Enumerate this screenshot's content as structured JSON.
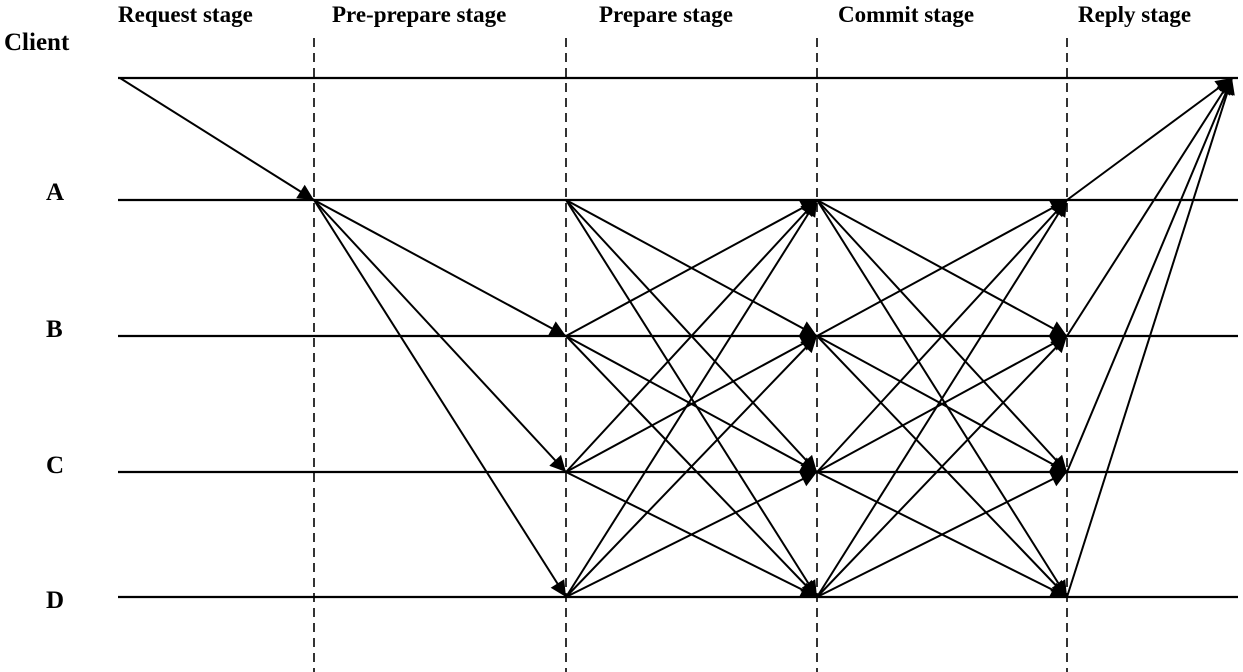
{
  "stages": [
    {
      "id": "request",
      "label": "Request stage"
    },
    {
      "id": "pre-prepare",
      "label": "Pre-prepare stage"
    },
    {
      "id": "prepare",
      "label": "Prepare stage"
    },
    {
      "id": "commit",
      "label": "Commit stage"
    },
    {
      "id": "reply",
      "label": "Reply stage"
    }
  ],
  "nodes": [
    {
      "id": "client",
      "label": "Client"
    },
    {
      "id": "A",
      "label": "A"
    },
    {
      "id": "B",
      "label": "B"
    },
    {
      "id": "C",
      "label": "C"
    },
    {
      "id": "D",
      "label": "D"
    }
  ],
  "messages": [
    {
      "stage": "request",
      "from": "client",
      "to": "A"
    },
    {
      "stage": "pre-prepare",
      "from": "A",
      "to": "B"
    },
    {
      "stage": "pre-prepare",
      "from": "A",
      "to": "C"
    },
    {
      "stage": "pre-prepare",
      "from": "A",
      "to": "D"
    },
    {
      "stage": "prepare",
      "from": "A",
      "to": "B"
    },
    {
      "stage": "prepare",
      "from": "A",
      "to": "C"
    },
    {
      "stage": "prepare",
      "from": "A",
      "to": "D"
    },
    {
      "stage": "prepare",
      "from": "B",
      "to": "A"
    },
    {
      "stage": "prepare",
      "from": "B",
      "to": "C"
    },
    {
      "stage": "prepare",
      "from": "B",
      "to": "D"
    },
    {
      "stage": "prepare",
      "from": "C",
      "to": "A"
    },
    {
      "stage": "prepare",
      "from": "C",
      "to": "B"
    },
    {
      "stage": "prepare",
      "from": "C",
      "to": "D"
    },
    {
      "stage": "prepare",
      "from": "D",
      "to": "A"
    },
    {
      "stage": "prepare",
      "from": "D",
      "to": "B"
    },
    {
      "stage": "prepare",
      "from": "D",
      "to": "C"
    },
    {
      "stage": "commit",
      "from": "A",
      "to": "B"
    },
    {
      "stage": "commit",
      "from": "A",
      "to": "C"
    },
    {
      "stage": "commit",
      "from": "A",
      "to": "D"
    },
    {
      "stage": "commit",
      "from": "B",
      "to": "A"
    },
    {
      "stage": "commit",
      "from": "B",
      "to": "C"
    },
    {
      "stage": "commit",
      "from": "B",
      "to": "D"
    },
    {
      "stage": "commit",
      "from": "C",
      "to": "A"
    },
    {
      "stage": "commit",
      "from": "C",
      "to": "B"
    },
    {
      "stage": "commit",
      "from": "C",
      "to": "D"
    },
    {
      "stage": "commit",
      "from": "D",
      "to": "A"
    },
    {
      "stage": "commit",
      "from": "D",
      "to": "B"
    },
    {
      "stage": "commit",
      "from": "D",
      "to": "C"
    },
    {
      "stage": "reply",
      "from": "A",
      "to": "client"
    },
    {
      "stage": "reply",
      "from": "B",
      "to": "client"
    },
    {
      "stage": "reply",
      "from": "C",
      "to": "client"
    },
    {
      "stage": "reply",
      "from": "D",
      "to": "client"
    }
  ],
  "colors": {
    "line": "#000000",
    "background": "#ffffff"
  }
}
